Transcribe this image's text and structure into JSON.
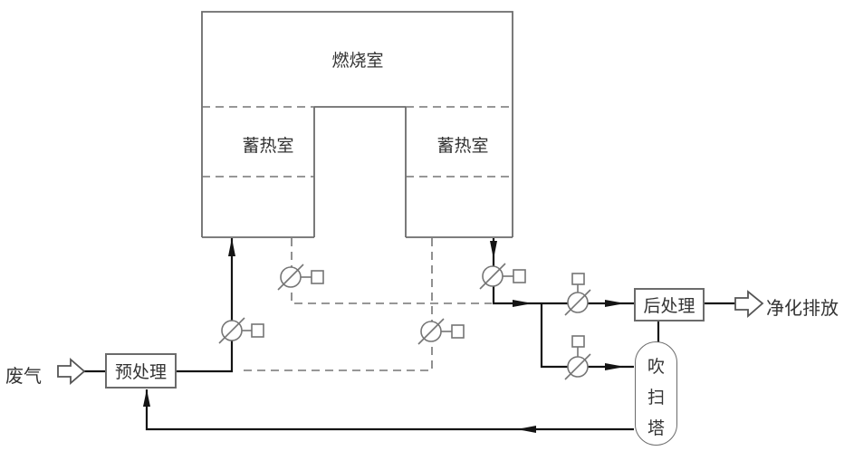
{
  "diagram": {
    "type": "process-flow",
    "blocks": {
      "combustion_chamber": "燃烧室",
      "regenerator_left": "蓄热室",
      "regenerator_right": "蓄热室",
      "pretreatment": "预处理",
      "posttreatment": "后处理",
      "purge_tower": "吹扫塔"
    },
    "streams": {
      "waste_gas": "废气",
      "purified_discharge": "净化排放"
    },
    "icons": {
      "valve_count": 6,
      "valve_icon": "circle-slash-with-actuator"
    },
    "colors": {
      "structure_line": "#6b6b6b",
      "dashed_line": "#757575",
      "flow_line": "#141414",
      "text": "#333333",
      "background": "#ffffff"
    }
  }
}
